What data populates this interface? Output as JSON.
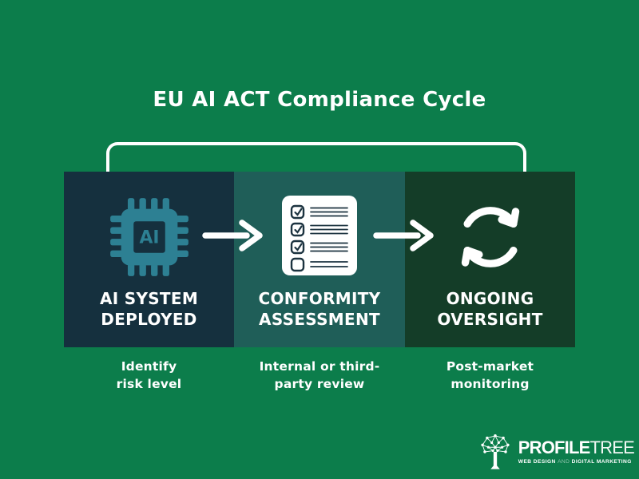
{
  "title": "EU AI ACT Compliance Cycle",
  "colors": {
    "background": "#0c7d4b",
    "white": "#ffffff",
    "chip_accent": "#2d8093",
    "checklist_ink": "#1c3340",
    "box_1": "#15303e",
    "box_2": "#1f5e58",
    "box_3": "#143d28"
  },
  "steps": [
    {
      "label_lines": [
        "AI SYSTEM",
        "DEPLOYED"
      ],
      "caption_lines": [
        "Identify",
        "risk level"
      ],
      "icon": "ai-chip-icon",
      "chip_label": "AI",
      "box_color": "#15303e"
    },
    {
      "label_lines": [
        "CONFORMITY",
        "ASSESSMENT"
      ],
      "caption_lines": [
        "Internal or third-",
        "party review"
      ],
      "icon": "checklist-icon",
      "box_color": "#1f5e58"
    },
    {
      "label_lines": [
        "ONGOING",
        "OVERSIGHT"
      ],
      "caption_lines": [
        "Post-market",
        "monitoring"
      ],
      "icon": "refresh-cycle-icon",
      "box_color": "#143d28"
    }
  ],
  "logo": {
    "brand_bold": "PROFILE",
    "brand_light": "TREE",
    "tagline_lead": "WEB DESIGN",
    "tagline_and": "AND",
    "tagline_tail": "DIGITAL MARKETING"
  }
}
